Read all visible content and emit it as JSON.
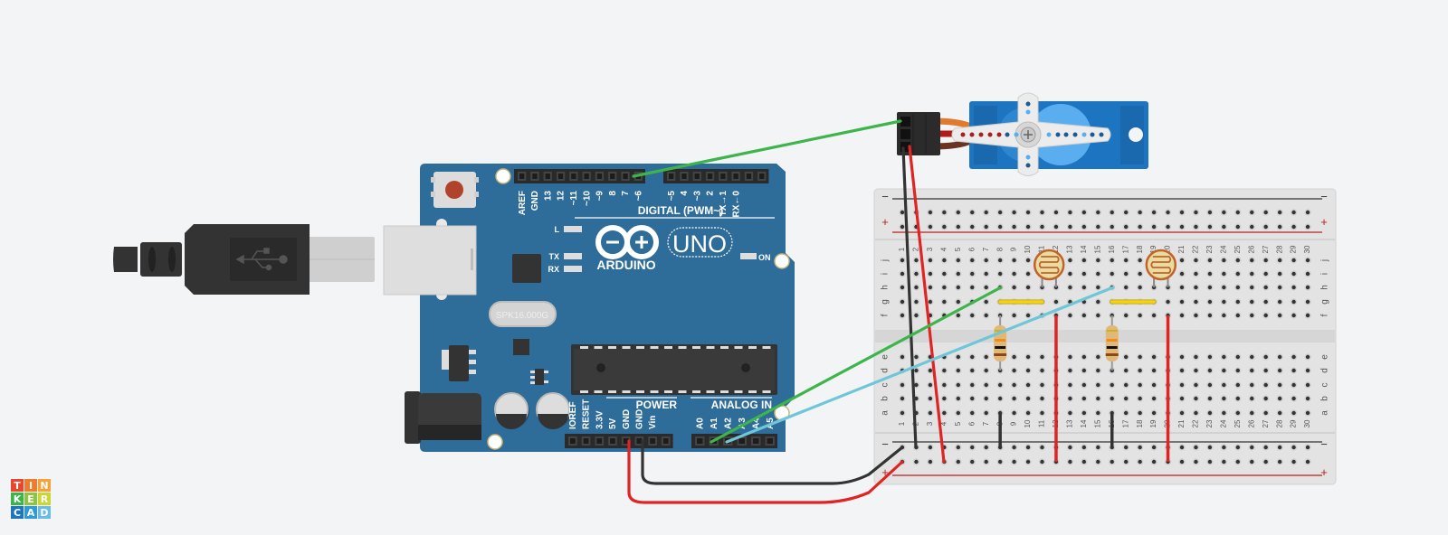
{
  "app": {
    "name": "Tinkercad Circuits"
  },
  "logo": {
    "letters": [
      "T",
      "I",
      "N",
      "K",
      "E",
      "R",
      "C",
      "A",
      "D"
    ],
    "colors": [
      "#e8462e",
      "#f07b2b",
      "#f6a13a",
      "#3ab54a",
      "#8cc63f",
      "#c9d634",
      "#1f75bc",
      "#2f9ad8",
      "#6bbbe8"
    ]
  },
  "arduino": {
    "brand": "ARDUINO",
    "model": "UNO",
    "crystal": "SPK16.000G",
    "digital_header_label": "DIGITAL (PWM~)",
    "digital_pins": [
      "AREF",
      "GND",
      "13",
      "12",
      "~11",
      "~10",
      "~9",
      "8",
      "7",
      "~6",
      "~5",
      "4",
      "~3",
      "2",
      "TX→1",
      "RX←0"
    ],
    "power_header_label": "POWER",
    "power_pins": [
      "IOREF",
      "RESET",
      "3.3V",
      "5V",
      "GND",
      "GND",
      "Vin"
    ],
    "analog_header_label": "ANALOG IN",
    "analog_pins": [
      "A0",
      "A1",
      "A2",
      "A3",
      "A4",
      "A5"
    ],
    "leds": [
      "L",
      "TX",
      "RX"
    ],
    "on_label": "ON"
  },
  "breadboard": {
    "rows_top": [
      "j",
      "i",
      "h",
      "g",
      "f"
    ],
    "rows_bottom": [
      "e",
      "d",
      "c",
      "b",
      "a"
    ],
    "columns": 30,
    "rail_minus": "−",
    "rail_plus": "+"
  },
  "components": {
    "servo": {
      "name": "Micro Servo",
      "wires": [
        "signal",
        "power",
        "ground"
      ]
    },
    "photoresistors": [
      {
        "column": 11
      },
      {
        "column": 19
      }
    ],
    "resistors": [
      {
        "column": 8
      },
      {
        "column": 16
      }
    ]
  },
  "colors": {
    "board_blue": "#2e6c99",
    "wire_green": "#3db54a",
    "wire_cyan": "#6ec6d8",
    "wire_red": "#e02424",
    "wire_black": "#333333",
    "jumper_yellow": "#f5d40f",
    "servo_blue": "#1d74c0"
  }
}
